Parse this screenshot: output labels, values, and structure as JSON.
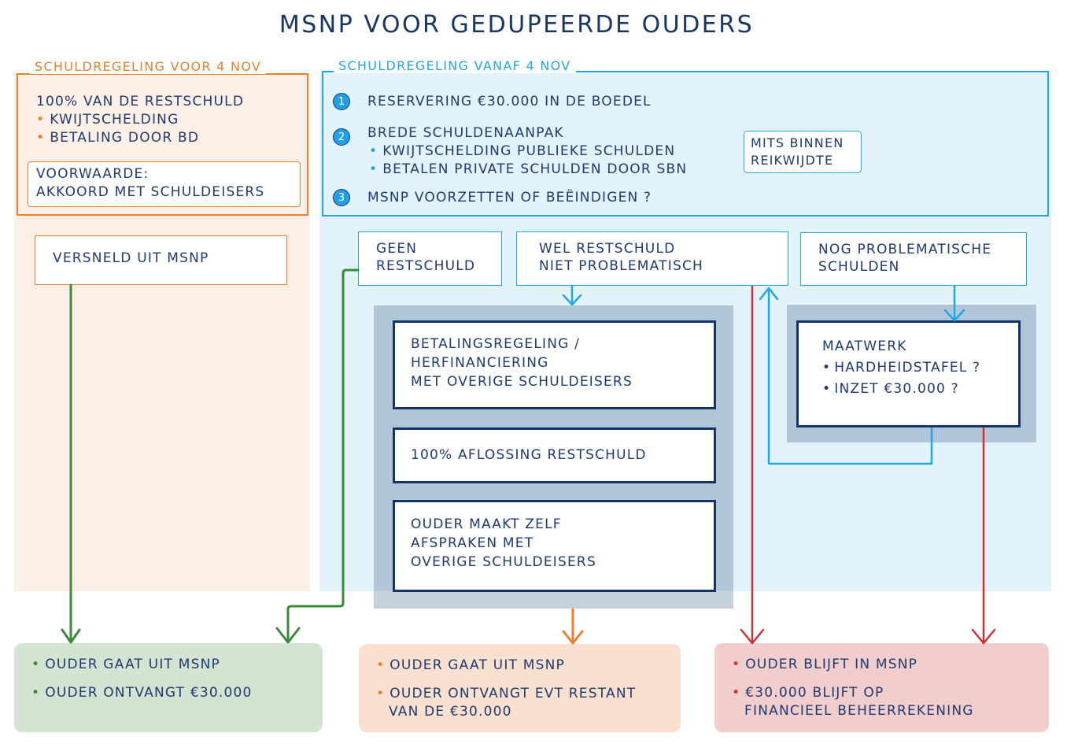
{
  "title": "MSNP voor gedupeerde ouders",
  "colors": {
    "navy": "#1e3a6e",
    "orange": "#ea7f2e",
    "blue": "#21a6e8",
    "green": "#3b8a3a",
    "red": "#d0302f"
  },
  "left_panel": {
    "legend": "Schuldregeling voor 4 nov",
    "heading": "100% van de restschuld",
    "bullets": [
      "Kwijtschelding",
      "Betaling door BD"
    ],
    "condition": {
      "line1": "Voorwaarde:",
      "line2": "Akkoord met schuldeisers"
    },
    "fast_exit": "Versneld uit MSNP"
  },
  "right_panel": {
    "legend": "Schuldregeling vanaf 4 nov",
    "steps": [
      {
        "number": "1",
        "text": "Reservering €30.000 in de boedel"
      },
      {
        "number": "2",
        "text": "Brede schuldenaanpak",
        "bullets": [
          "Kwijtschelding publieke schulden",
          "Betalen private schulden door SBN"
        ]
      },
      {
        "number": "3",
        "text": "MSNP voorzetten of beëindigen ?"
      }
    ],
    "note": {
      "line1": "Mits binnen",
      "line2": "reikwijdte"
    },
    "categories": {
      "geen": {
        "line1": "Geen",
        "line2": "restschuld"
      },
      "wel": {
        "line1": "Wel restschuld",
        "line2": "niet problematisch"
      },
      "nog": {
        "line1": "Nog problematische",
        "line2": "schulden"
      }
    },
    "options": [
      {
        "lines": [
          "Betalingsregeling /",
          "herfinanciering",
          "met overige schuldeisers"
        ]
      },
      {
        "lines": [
          "100%  aflossing restschuld"
        ]
      },
      {
        "lines": [
          "Ouder maakt  zelf",
          "afspraken met",
          "overige  schuldeisers"
        ]
      }
    ],
    "maatwerk": {
      "title": "Maatwerk",
      "bullets": [
        "Hardheidstafel ?",
        "Inzet €30.000 ?"
      ]
    }
  },
  "outcomes": {
    "green": [
      "Ouder gaat uit MSNP",
      "Ouder ontvangt €30.000"
    ],
    "orange": [
      {
        "line1": "Ouder gaat uit MSNP"
      },
      {
        "line1": "Ouder ontvangt evt restant",
        "line2": "van de €30.000"
      }
    ],
    "red": [
      {
        "line1": "Ouder blijft  in MSNP"
      },
      {
        "line1": "€30.000 blijft op",
        "line2": "financieel beheerrekening"
      }
    ]
  }
}
